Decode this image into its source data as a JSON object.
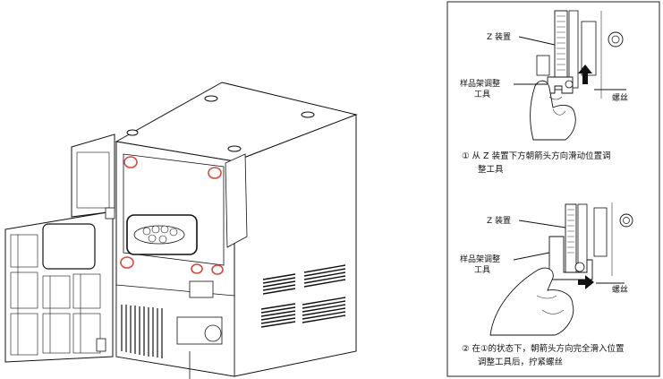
{
  "panel_a": {
    "label_z": "Z 装置",
    "label_tool_line1": "样品架调整",
    "label_tool_line2": "工具",
    "label_screw": "螺丝",
    "caption_line1": "① 从 Z 装置下方朝箭头方向滑动位置调",
    "caption_line2": "整工具"
  },
  "panel_b": {
    "label_z": "Z 装置",
    "label_tool_line1": "样品架调整",
    "label_tool_line2": "工具",
    "label_screw": "螺丝",
    "caption_line1": "② 在①的状态下，朝箭头方向完全滑入位置",
    "caption_line2": "调整工具后，拧紧螺丝"
  },
  "colors": {
    "highlight": "#d94a3a",
    "line": "#111111",
    "panel_border": "#222222"
  },
  "icons": [
    "arrow-up-icon",
    "arrow-right-icon",
    "screw-icon",
    "hand-icon"
  ]
}
